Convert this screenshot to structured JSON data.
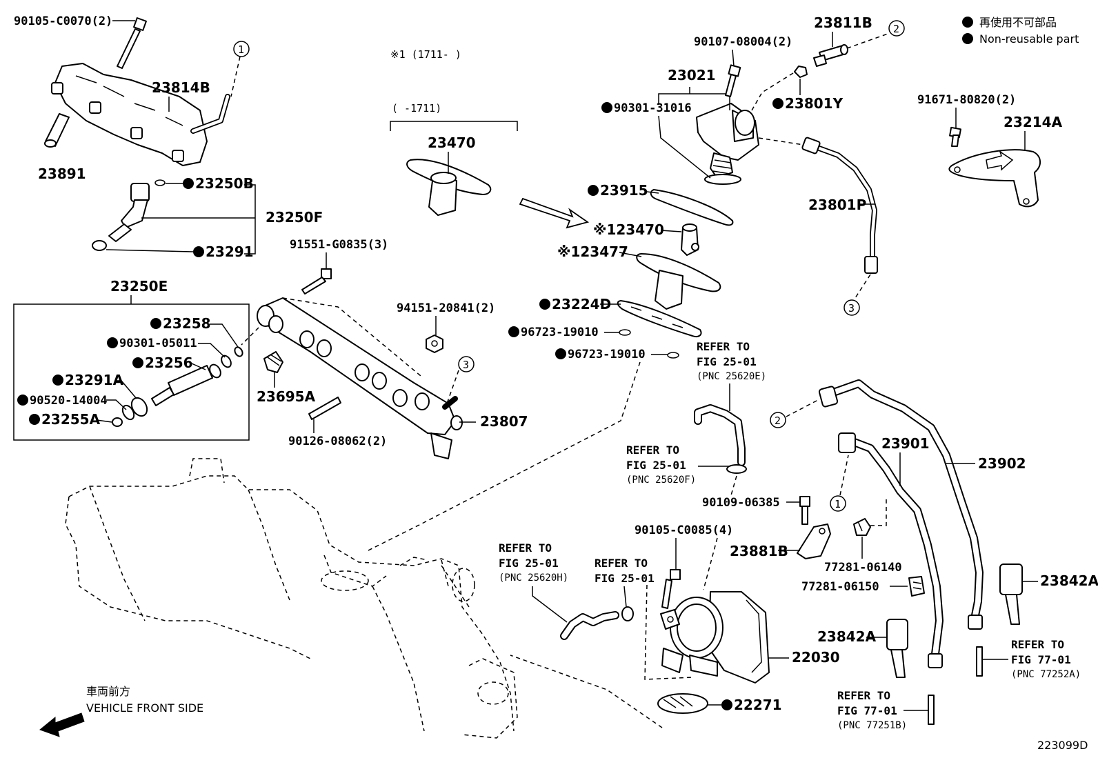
{
  "legend": {
    "jp": "再使用不可部品",
    "en": "Non-reusable part"
  },
  "diagram_id": "223099D",
  "front_side": {
    "jp": "車両前方",
    "en": "VEHICLE FRONT SIDE"
  },
  "notes": {
    "note1": "※1 (1711-     )",
    "bracket": "(     -1711)"
  },
  "circle_refs": [
    "1",
    "2",
    "3"
  ],
  "labels": {
    "l90105c0070": "90105-C0070(2)",
    "l23814b": "23814B",
    "l23891": "23891",
    "l23250b": "23250B",
    "l23250f": "23250F",
    "l23291": "23291",
    "l23250e": "23250E",
    "l23258": "23258",
    "l9030105011": "90301-05011",
    "l23256": "23256",
    "l23291a": "23291A",
    "l9052014004": "90520-14004",
    "l23255a": "23255A",
    "l91551": "91551-G0835(3)",
    "l23695a": "23695A",
    "l94151": "94151-20841(2)",
    "l23807": "23807",
    "l90126": "90126-08062(2)",
    "l23470": "23470",
    "l23470b": "※123470",
    "l23477": "※123477",
    "l23224d": "23224D",
    "l96723a": "96723-19010",
    "l96723b": "96723-19010",
    "l23915": "23915",
    "l23021": "23021",
    "l9030131016": "90301-31016",
    "l90107": "90107-08004(2)",
    "l23811b": "23811B",
    "l23801y": "23801Y",
    "l23801p": "23801P",
    "l91671": "91671-80820(2)",
    "l23214a": "23214A",
    "l23901": "23901",
    "l23902": "23902",
    "l90109": "90109-06385",
    "l90105c0085": "90105-C0085(4)",
    "l23881b": "23881B",
    "l7728106140": "77281-06140",
    "l7728106150": "77281-06150",
    "l23842a1": "23842A",
    "l23842a2": "23842A",
    "l22030": "22030",
    "l22271": "22271"
  },
  "refers": {
    "r1": {
      "line1": "REFER TO",
      "line2": "FIG 25-01",
      "line3": "(PNC 25620E)"
    },
    "r2": {
      "line1": "REFER TO",
      "line2": "FIG 25-01",
      "line3": "(PNC 25620F)"
    },
    "r3": {
      "line1": "REFER TO",
      "line2": "FIG 25-01",
      "line3": "(PNC 25620H)"
    },
    "r4": {
      "line1": "REFER TO",
      "line2": "FIG 25-01"
    },
    "r5": {
      "line1": "REFER TO",
      "line2": "FIG 77-01",
      "line3": "(PNC 77251B)"
    },
    "r6": {
      "line1": "REFER TO",
      "line2": "FIG 77-01",
      "line3": "(PNC 77252A)"
    }
  }
}
